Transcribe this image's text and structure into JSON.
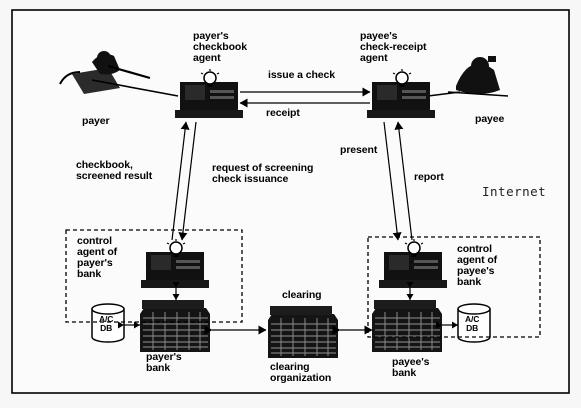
{
  "diagram": {
    "labels": {
      "payer": "payer",
      "payee": "payee",
      "payer_agent": [
        "payer's",
        "checkbook",
        "agent"
      ],
      "payee_agent": [
        "payee's",
        "check-receipt",
        "agent"
      ],
      "issue_check": "issue a check",
      "receipt": "receipt",
      "checkbook_screened": [
        "checkbook,",
        "screened result"
      ],
      "request_screening": [
        "request of screening",
        "check issuance"
      ],
      "present": "present",
      "report": "report",
      "internet": "Internet",
      "control_payer": [
        "control",
        "agent of",
        "payer's",
        "bank"
      ],
      "control_payee": [
        "control",
        "agent of",
        "payee's",
        "bank"
      ],
      "clearing": "clearing",
      "ac_db_left": [
        "A/C",
        "DB"
      ],
      "ac_db_right": [
        "A/C",
        "DB"
      ],
      "payers_bank": [
        "payer's",
        "bank"
      ],
      "payees_bank": [
        "payee's",
        "bank"
      ],
      "clearing_org": [
        "clearing",
        "organization"
      ]
    },
    "icons": {
      "payer": "person-at-computer-icon",
      "payee": "person-at-computer-icon",
      "agents": "workstation-icon",
      "banks": "bank-building-icon",
      "databases": "database-cylinder-icon"
    }
  }
}
